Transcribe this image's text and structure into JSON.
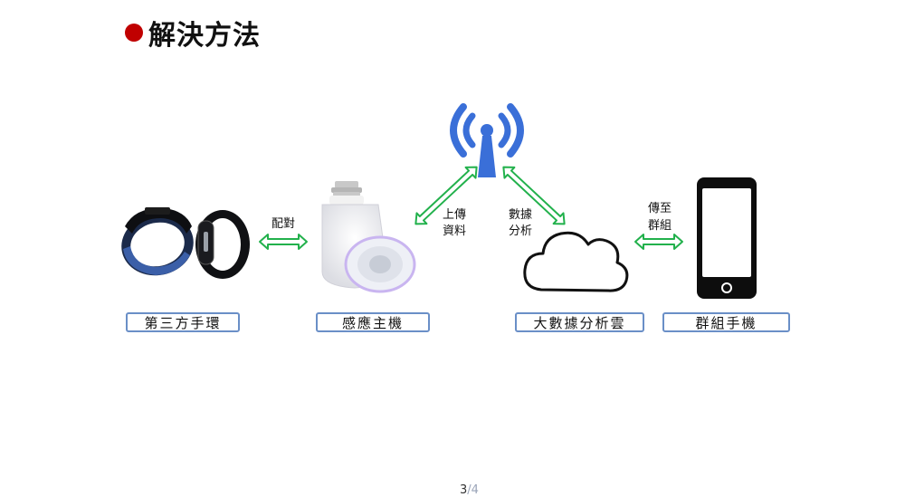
{
  "title": "解決方法",
  "boxes": {
    "band": "第三方手環",
    "host": "感應主機",
    "cloud": "大數據分析雲",
    "phone": "群組手機"
  },
  "arrow_labels": {
    "pair": "配對",
    "upload_1": "上傳",
    "upload_2": "資料",
    "analysis_1": "數據",
    "analysis_2": "分析",
    "send_1": "傳至",
    "send_2": "群組"
  },
  "pager": {
    "current": "3",
    "total": "/4"
  },
  "colors": {
    "bullet": "#c00000",
    "arrow": "#22b14c",
    "box_border": "#6a8fc7",
    "antenna": "#3a6fd8"
  }
}
